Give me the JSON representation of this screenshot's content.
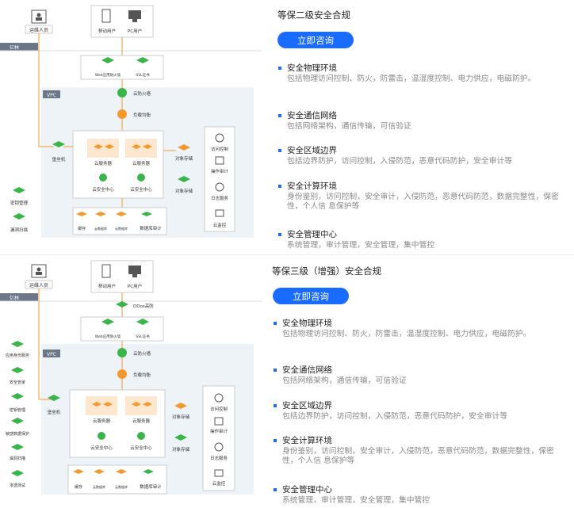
{
  "sections": [
    {
      "title": "等保二级安全合规",
      "button": "立即咨询",
      "diagram": {
        "top_nodes": [
          "运维人员",
          "移动用户",
          "PC用户"
        ],
        "region": "亿林",
        "waf": [
          "Web应用防火墙",
          "SSL证书"
        ],
        "vpc": "VPC",
        "firewall": "云防火墙",
        "lb": "负载均衡",
        "bastion": "堡垒机",
        "servers": [
          "云服务器",
          "云服务器"
        ],
        "security_centers": [
          "云安全中心",
          "云安全中心"
        ],
        "storage": [
          "对象存储",
          "对象存储"
        ],
        "right_nodes": [
          "访问控制",
          "操作审计",
          "日志服务",
          "云监控"
        ],
        "left_nodes": [
          "密钥管理",
          "漏洞扫描"
        ],
        "bottom_nodes": [
          "缓存",
          "云数据库",
          "云数据库",
          "数据库审计"
        ]
      },
      "features": [
        {
          "title": "安全物理环境",
          "desc": "包括物理访问控制、防火，防雷击，温湿度控制、电力供应，电磁防护。"
        },
        {
          "title": "安全通信网络",
          "desc": "包括网络架构，通信传输，可信验证"
        },
        {
          "title": "安全区域边界",
          "desc": "包括边界防护，访问控制，入侵防范，恶意代码防护，安全审计等"
        },
        {
          "title": "安全计算环境",
          "desc": "身份鉴别，访问控制，安全审计，入侵防范，恶意代码防范，数据完整性，保密性，个人信 息保护等"
        },
        {
          "title": "安全管理中心",
          "desc": "系统管理，审计管理，安全管理，集中管控"
        }
      ]
    },
    {
      "title": "等保三级（增强）安全合规",
      "button": "立即咨询",
      "diagram": {
        "top_nodes": [
          "运维人员",
          "移动用户",
          "PC用户"
        ],
        "region": "亿林",
        "ddos": "DDos高防",
        "waf": [
          "Web应用防火墙",
          "SSL证书"
        ],
        "vpc": "VPC",
        "firewall": "云防火墙",
        "lb": "负载均衡",
        "bastion": "堡垒机",
        "servers": [
          "云服务器",
          "云服务器"
        ],
        "security_centers": [
          "云安全中心",
          "云安全中心"
        ],
        "storage": [
          "对象存储",
          "对象存储"
        ],
        "right_nodes": [
          "访问控制",
          "操作审计",
          "日志服务",
          "云监控"
        ],
        "left_nodes": [
          "应用身份服务",
          "安全管家",
          "密钥管理",
          "敏感数据保护",
          "漏洞扫描",
          "渗透测试"
        ],
        "bottom_nodes": [
          "缓存",
          "云数据库",
          "云数据库",
          "数据库审计"
        ]
      },
      "features": [
        {
          "title": "安全物理环境",
          "desc": "包括物理访问控制、防火，防雷击，温湿度控制、电力供应，电磁防护。"
        },
        {
          "title": "安全通信网络",
          "desc": "包括网络架构，通信传输，可信验证"
        },
        {
          "title": "安全区域边界",
          "desc": "包括边界防护，访问控制，入侵防范，恶意代码防护，安全审计等"
        },
        {
          "title": "安全计算环境",
          "desc": "身份鉴别，访问控制，安全审计，入侵防范，恶意代码防范，数据完整性，保密性，个人信 息保护等"
        },
        {
          "title": "安全管理中心",
          "desc": "系统管理，审计管理，安全管理，集中管控"
        }
      ]
    }
  ],
  "colors": {
    "accent": "#1a6bff",
    "orange": "#f29a2e",
    "green": "#39b54a",
    "red_tag": "#6b7787"
  }
}
